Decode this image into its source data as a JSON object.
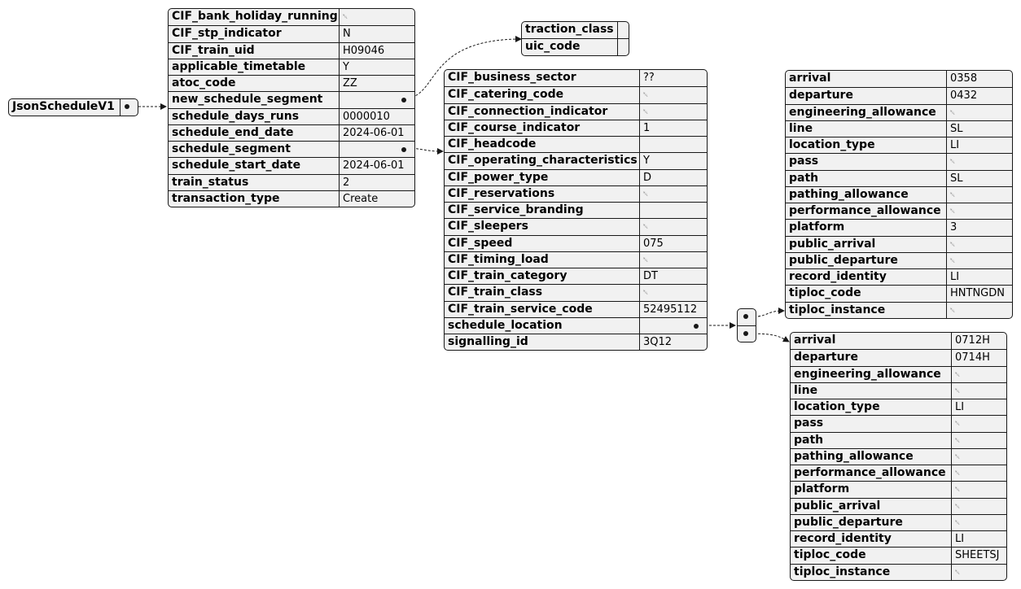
{
  "root": {
    "label": "JsonScheduleV1"
  },
  "null_glyph": "␀",
  "tables": {
    "top": {
      "rows": [
        {
          "k": "CIF_bank_holiday_running",
          "v": null
        },
        {
          "k": "CIF_stp_indicator",
          "v": "N"
        },
        {
          "k": "CIF_train_uid",
          "v": "H09046"
        },
        {
          "k": "applicable_timetable",
          "v": "Y"
        },
        {
          "k": "atoc_code",
          "v": "ZZ"
        },
        {
          "k": "new_schedule_segment",
          "v": "•"
        },
        {
          "k": "schedule_days_runs",
          "v": "0000010"
        },
        {
          "k": "schedule_end_date",
          "v": "2024-06-01"
        },
        {
          "k": "schedule_segment",
          "v": "•"
        },
        {
          "k": "schedule_start_date",
          "v": "2024-06-01"
        },
        {
          "k": "train_status",
          "v": "2"
        },
        {
          "k": "transaction_type",
          "v": "Create"
        }
      ]
    },
    "new_segment": {
      "rows": [
        {
          "k": "traction_class",
          "v": ""
        },
        {
          "k": "uic_code",
          "v": ""
        }
      ]
    },
    "segment": {
      "rows": [
        {
          "k": "CIF_business_sector",
          "v": "??"
        },
        {
          "k": "CIF_catering_code",
          "v": null
        },
        {
          "k": "CIF_connection_indicator",
          "v": null
        },
        {
          "k": "CIF_course_indicator",
          "v": "1"
        },
        {
          "k": "CIF_headcode",
          "v": ""
        },
        {
          "k": "CIF_operating_characteristics",
          "v": "Y"
        },
        {
          "k": "CIF_power_type",
          "v": "D"
        },
        {
          "k": "CIF_reservations",
          "v": null
        },
        {
          "k": "CIF_service_branding",
          "v": ""
        },
        {
          "k": "CIF_sleepers",
          "v": null
        },
        {
          "k": "CIF_speed",
          "v": "075"
        },
        {
          "k": "CIF_timing_load",
          "v": null
        },
        {
          "k": "CIF_train_category",
          "v": "DT"
        },
        {
          "k": "CIF_train_class",
          "v": null
        },
        {
          "k": "CIF_train_service_code",
          "v": "52495112"
        },
        {
          "k": "schedule_location",
          "v": "•"
        },
        {
          "k": "signalling_id",
          "v": "3Q12"
        }
      ]
    },
    "loc1": {
      "rows": [
        {
          "k": "arrival",
          "v": "0358"
        },
        {
          "k": "departure",
          "v": "0432"
        },
        {
          "k": "engineering_allowance",
          "v": null
        },
        {
          "k": "line",
          "v": "SL"
        },
        {
          "k": "location_type",
          "v": "LI"
        },
        {
          "k": "pass",
          "v": null
        },
        {
          "k": "path",
          "v": "SL"
        },
        {
          "k": "pathing_allowance",
          "v": null
        },
        {
          "k": "performance_allowance",
          "v": null
        },
        {
          "k": "platform",
          "v": "3"
        },
        {
          "k": "public_arrival",
          "v": null
        },
        {
          "k": "public_departure",
          "v": null
        },
        {
          "k": "record_identity",
          "v": "LI"
        },
        {
          "k": "tiploc_code",
          "v": "HNTNGDN"
        },
        {
          "k": "tiploc_instance",
          "v": null
        }
      ]
    },
    "loc2": {
      "rows": [
        {
          "k": "arrival",
          "v": "0712H"
        },
        {
          "k": "departure",
          "v": "0714H"
        },
        {
          "k": "engineering_allowance",
          "v": null
        },
        {
          "k": "line",
          "v": null
        },
        {
          "k": "location_type",
          "v": "LI"
        },
        {
          "k": "pass",
          "v": null
        },
        {
          "k": "path",
          "v": null
        },
        {
          "k": "pathing_allowance",
          "v": null
        },
        {
          "k": "performance_allowance",
          "v": null
        },
        {
          "k": "platform",
          "v": null
        },
        {
          "k": "public_arrival",
          "v": null
        },
        {
          "k": "public_departure",
          "v": null
        },
        {
          "k": "record_identity",
          "v": "LI"
        },
        {
          "k": "tiploc_code",
          "v": "SHEETSJ"
        },
        {
          "k": "tiploc_instance",
          "v": null
        }
      ]
    }
  }
}
